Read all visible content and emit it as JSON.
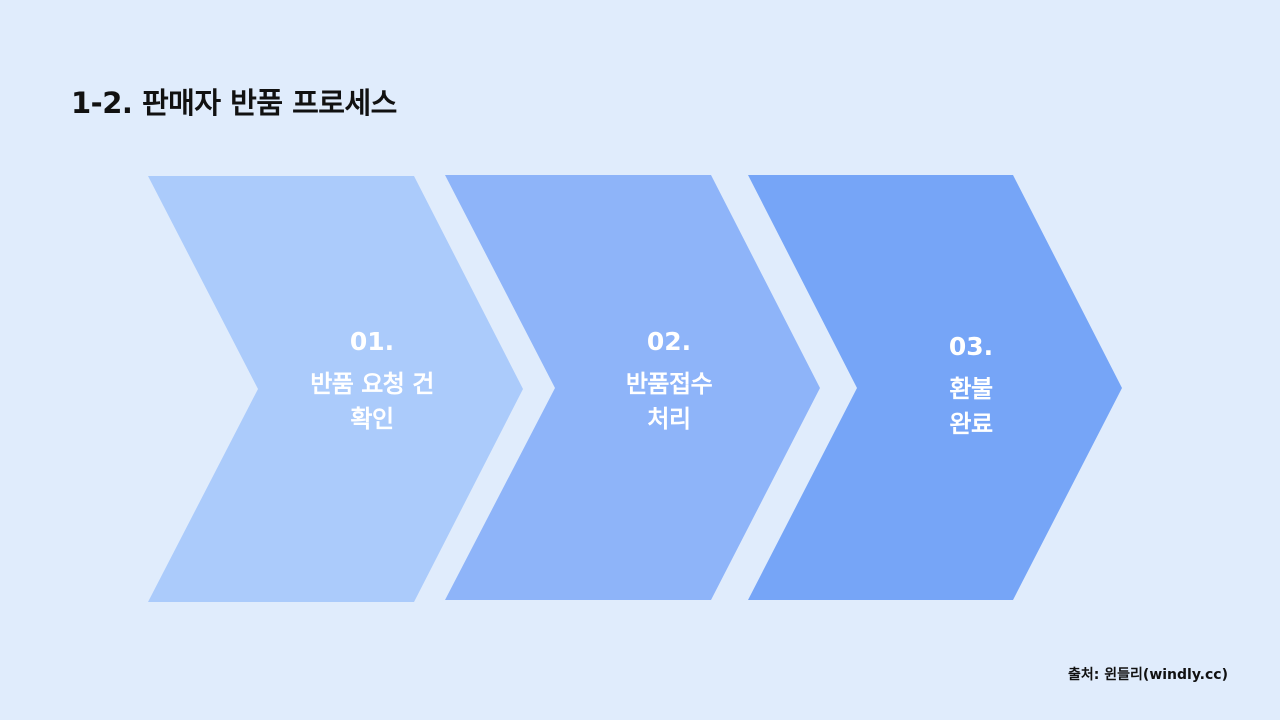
{
  "page": {
    "title": "1-2. 판매자 반품 프로세스",
    "background_color": "#E0ECFC"
  },
  "steps": [
    {
      "number": "01.",
      "line1": "반품 요청 건",
      "line2": "확인",
      "color": "#ABCBFB"
    },
    {
      "number": "02.",
      "line1": "반품접수",
      "line2": "처리",
      "color": "#8EB4F9"
    },
    {
      "number": "03.",
      "line1": "환불",
      "line2": "완료",
      "color": "#76A5F7"
    }
  ],
  "footer": {
    "source": "출처: 윈들리(windly.cc)"
  }
}
